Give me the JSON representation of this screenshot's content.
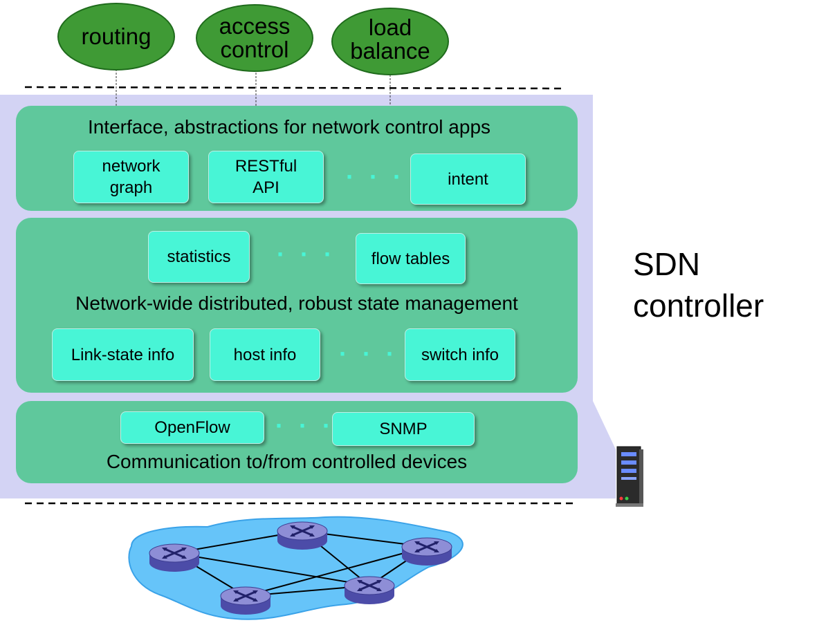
{
  "apps": [
    {
      "label": "routing"
    },
    {
      "label": "access\ncontrol"
    },
    {
      "label": "load\nbalance"
    }
  ],
  "northbound": {
    "title": "Interface, abstractions for network control apps",
    "items": [
      "network\ngraph",
      "RESTful\nAPI",
      "intent"
    ],
    "ellipsis": "· · ·"
  },
  "state": {
    "title": "Network-wide distributed, robust  state management",
    "top_items": [
      "statistics",
      "flow tables"
    ],
    "bottom_items": [
      "Link-state info",
      "host info",
      "switch info"
    ],
    "ellipsis": "· · ·"
  },
  "southbound": {
    "title": "Communication to/from controlled devices",
    "items": [
      "OpenFlow",
      "SNMP"
    ],
    "ellipsis": "· · ·"
  },
  "controller_label": "SDN\ncontroller",
  "colors": {
    "app_fill": "#3f9a35",
    "layer_fill": "#5fc89c",
    "chip_fill": "#48f5d6",
    "controller_bg": "#d3d3f4",
    "network_cloud": "#66c4f9",
    "router": "#7e7ec8"
  },
  "icons": [
    "server-icon",
    "router-icon",
    "network-cloud"
  ]
}
